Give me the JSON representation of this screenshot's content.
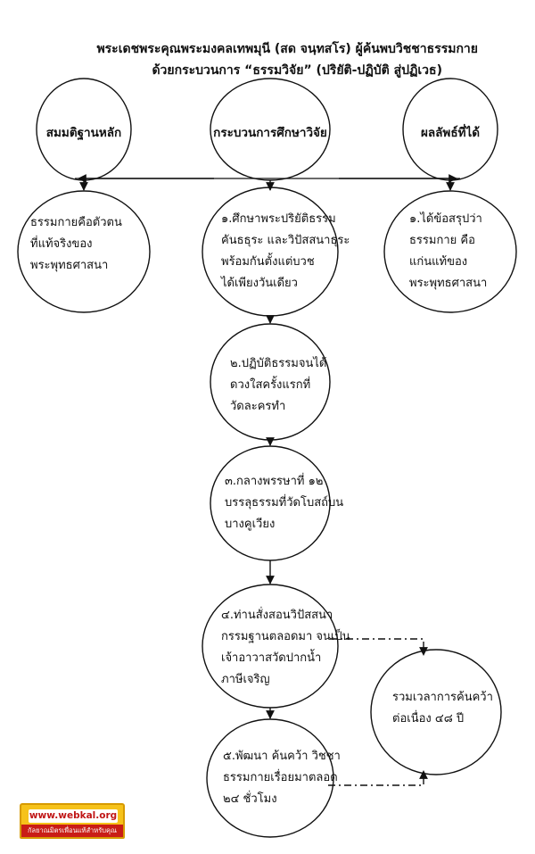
{
  "title": {
    "line1": "พระเดชพระคุณพระมงคลเทพมุนี (สด จนฺทสโร) ผู้ค้นพบวิชชาธรรมกาย",
    "line2": "ด้วยกระบวนการ “ธรรมวิจัย” (ปริยัติ-ปฏิบัติ สู่ปฏิเวธ)"
  },
  "headers": {
    "left": "สมมติฐานหลัก",
    "center": "กระบวนการศึกษาวิจัย",
    "right": "ผลลัพธ์ที่ได้"
  },
  "nodes": {
    "hypothesis": [
      "ธรรมกายคือตัวตน",
      "ที่แท้จริงของ",
      "พระพุทธศาสนา"
    ],
    "step1": [
      "๑.ศึกษาพระปริยัติธรรม",
      "คันธธุระ และวิปัสสนาธุระ",
      "พร้อมกันตั้งแต่บวช",
      "ได้เพียงวันเดียว"
    ],
    "result": [
      "๑.ได้ข้อสรุปว่า",
      "ธรรมกาย คือ",
      "แก่นแท้ของ",
      "พระพุทธศาสนา"
    ],
    "step2": [
      "๒.ปฏิบัติธรรมจนได้",
      "ดวงใสครั้งแรกที่",
      "วัดละครทำ"
    ],
    "step3": [
      "๓.กลางพรรษาที่ ๑๒",
      "บรรลุธรรมที่วัดโบสถ์บน",
      "บางคูเวียง"
    ],
    "step4": [
      "๔.ท่านสั่งสอนวิปัสสนา",
      "กรรมฐานตลอดมา จนเป็น",
      "เจ้าอาวาสวัดปากน้ำ",
      "ภาษีเจริญ"
    ],
    "total": [
      "รวมเวลาการค้นคว้า",
      "ต่อเนื่อง ๔๘ ปี"
    ],
    "step5": [
      "๕.พัฒนา ค้นคว้า วิชชา",
      "ธรรมกายเรื่อยมาตลอด",
      "๒๔ ชั่วโมง"
    ]
  },
  "logo": {
    "site": "www.webkal.org",
    "tagline": "กัลยาณมิตรเพื่อนแท้สำหรับคุณ"
  },
  "colors": {
    "line": "#111111",
    "logo_yellow": "#f6c21a",
    "logo_red": "#c91d16"
  }
}
